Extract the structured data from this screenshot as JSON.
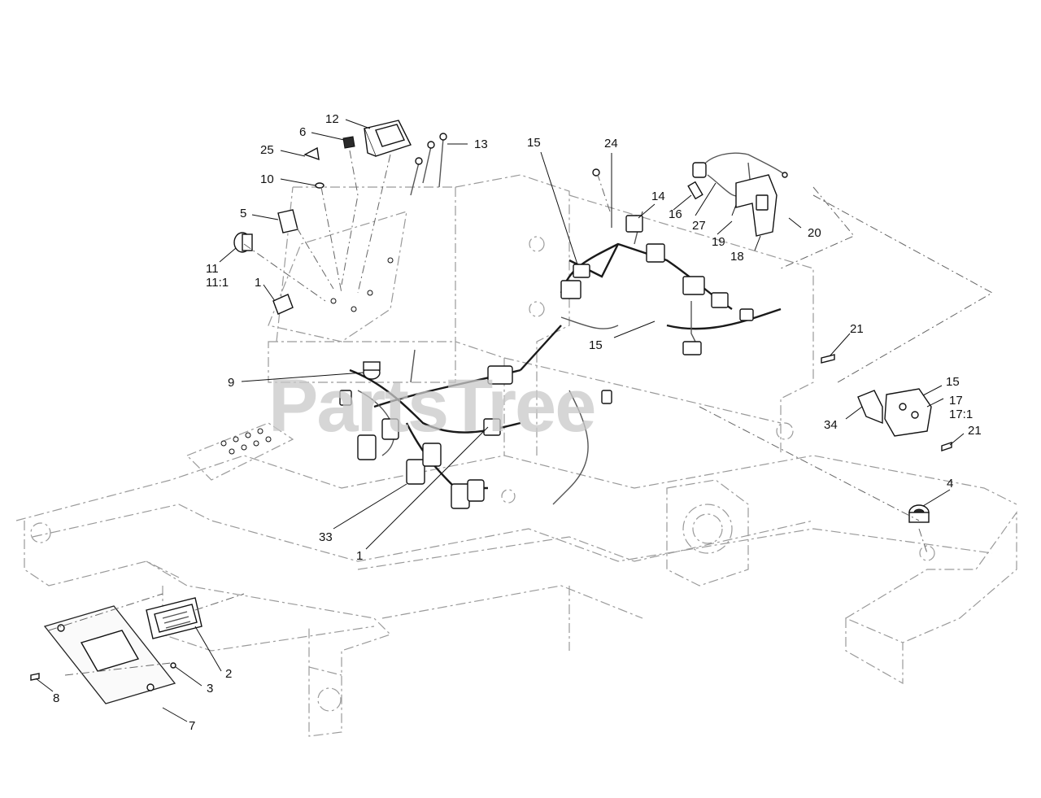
{
  "watermark": "PartsTree",
  "callouts": [
    {
      "id": "c12",
      "text": "12"
    },
    {
      "id": "c6",
      "text": "6"
    },
    {
      "id": "c25",
      "text": "25"
    },
    {
      "id": "c13",
      "text": "13"
    },
    {
      "id": "c10",
      "text": "10"
    },
    {
      "id": "c5",
      "text": "5"
    },
    {
      "id": "c11",
      "text": "11"
    },
    {
      "id": "c11_1",
      "text": "11:1"
    },
    {
      "id": "c1a",
      "text": "1"
    },
    {
      "id": "c9",
      "text": "9"
    },
    {
      "id": "c33",
      "text": "33"
    },
    {
      "id": "c1b",
      "text": "1"
    },
    {
      "id": "c15a",
      "text": "15"
    },
    {
      "id": "c24",
      "text": "24"
    },
    {
      "id": "c14",
      "text": "14"
    },
    {
      "id": "c16",
      "text": "16"
    },
    {
      "id": "c27",
      "text": "27"
    },
    {
      "id": "c19",
      "text": "19"
    },
    {
      "id": "c18",
      "text": "18"
    },
    {
      "id": "c20",
      "text": "20"
    },
    {
      "id": "c15b",
      "text": "15"
    },
    {
      "id": "c21a",
      "text": "21"
    },
    {
      "id": "c15c",
      "text": "15"
    },
    {
      "id": "c17",
      "text": "17"
    },
    {
      "id": "c17_1",
      "text": "17:1"
    },
    {
      "id": "c34",
      "text": "34"
    },
    {
      "id": "c21b",
      "text": "21"
    },
    {
      "id": "c4",
      "text": "4"
    },
    {
      "id": "c2",
      "text": "2"
    },
    {
      "id": "c3",
      "text": "3"
    },
    {
      "id": "c8",
      "text": "8"
    },
    {
      "id": "c7",
      "text": "7"
    }
  ]
}
